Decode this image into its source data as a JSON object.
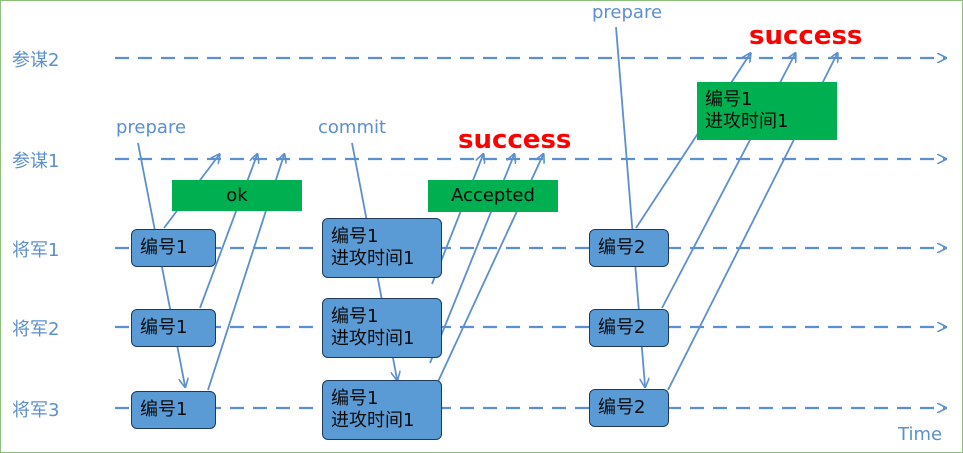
{
  "lanes": {
    "advisor2": "参谋2",
    "advisor1": "参谋1",
    "general1": "将军1",
    "general2": "将军2",
    "general3": "将军3"
  },
  "time_label": "Time",
  "annotations": {
    "prepare_first": "prepare",
    "commit": "commit",
    "prepare_second": "prepare"
  },
  "boxes": {
    "phase1_id": "编号1",
    "phase2_id": "编号1",
    "phase2_time": "进攻时间1",
    "phase3_id": "编号2"
  },
  "responses": {
    "ok": "ok",
    "accepted": "Accepted",
    "advisor2_id": "编号1",
    "advisor2_time": "进攻时间1"
  },
  "success": {
    "advisor1": "success",
    "advisor2": "success"
  },
  "colors": {
    "line": "#5b8fcf",
    "box": "#5b9bd5",
    "green": "#00b050",
    "success": "#ff0000"
  }
}
